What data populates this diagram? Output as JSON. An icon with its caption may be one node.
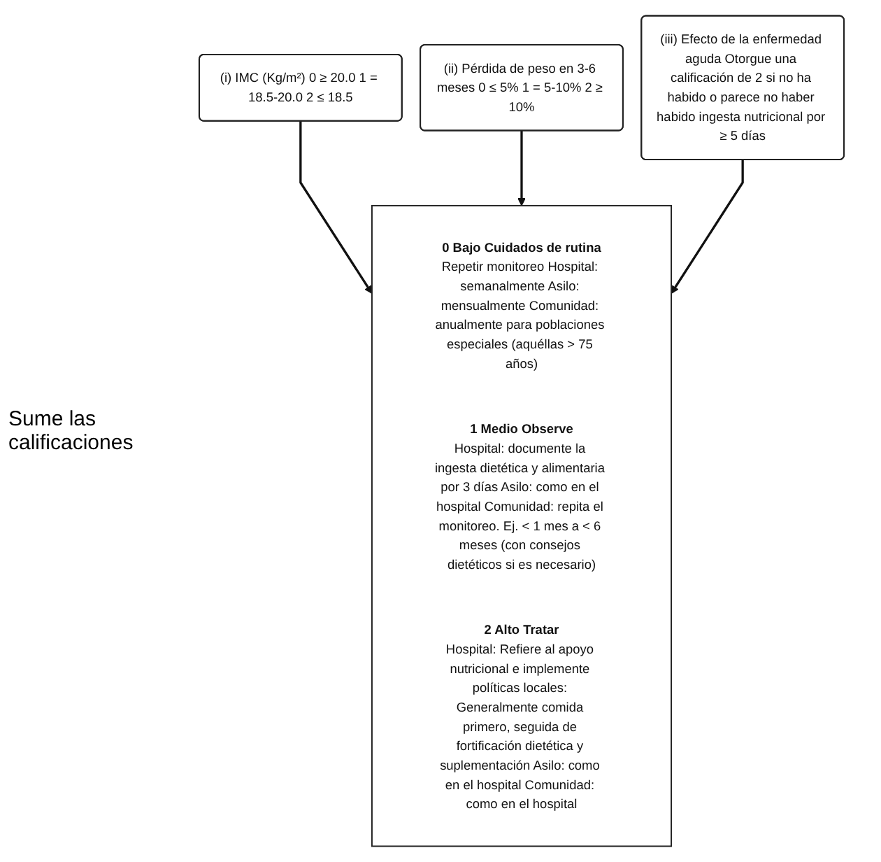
{
  "diagram": {
    "nodes": [
      {
        "text": [
          "(i) IMC (Kg/m²) 0 ≥ 20.0 1 = 18.5-20.0 2 ≤ 18.5"
        ]
      },
      {
        "text": [
          "(ii) Pérdida de peso en 3-6 meses 0 ≤ 5% 1 = 5-10% 2 ≥ 10%"
        ]
      },
      {
        "text": [
          "(iii) Efecto de la enfermedad aguda Otorgue una calificación de 2 si no ha habido o parece no haber habido ingesta nutricional por ≥ 5 días"
        ]
      },
      {
        "text": [],
        "shape": "box"
      },
      {
        "text": [
          "0 Bajo Cuidados de rutina",
          "Repetir monitoreo Hospital: semanalmente Asilo: mensualmente Comunidad: anualmente para poblaciones especiales (aquéllas > 75 años)"
        ],
        "in": 3
      },
      {
        "text": [
          "1 Medio Observe",
          "Hospital: documente la ingesta dietética y alimentaria por 3 días Asilo: como en el hospital Comunidad: repita el monitoreo. Ej. < 1 mes a < 6 meses (con consejos dietéticos si es necesario)"
        ],
        "in": 3
      },
      {
        "text": [
          "2 Alto Tratar",
          "Hospital: Refiere al apoyo nutricional e implemente políticas locales: Generalmente comida primero, seguida de fortificación dietética y suplementación Asilo: como en el hospital Comunidad: como en el hospital"
        ],
        "in": 3
      }
    ],
    "edges": [
      {
        "from": 0,
        "to": 3,
        "arrow": "to"
      },
      {
        "from": 1,
        "to": 3,
        "arrow": "to"
      },
      {
        "from": 2,
        "to": 3,
        "arrow": "to"
      }
    ],
    "labels": [
      "Sume las calificaciones"
    ]
  }
}
